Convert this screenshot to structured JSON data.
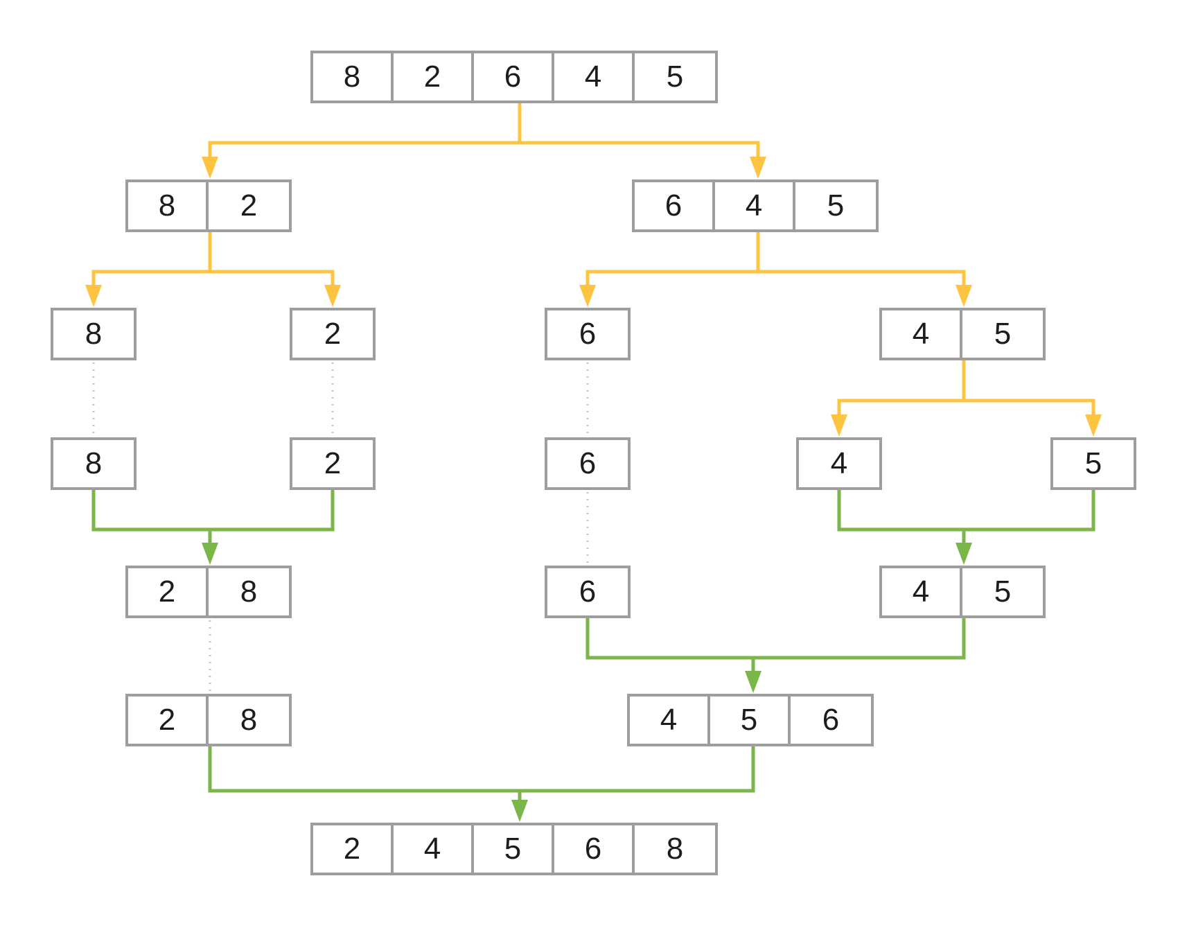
{
  "diagram_title": "merge-sort-of-array",
  "colors": {
    "split": "#FCC440",
    "merge": "#7AB648",
    "box_border": "#9E9E9E",
    "dotted": "#C4C4C4",
    "text": "#1C1C1C"
  },
  "nodes": {
    "r1_root": {
      "cells": [
        "8",
        "2",
        "6",
        "4",
        "5"
      ]
    },
    "r2_left": {
      "cells": [
        "8",
        "2"
      ]
    },
    "r2_right": {
      "cells": [
        "6",
        "4",
        "5"
      ]
    },
    "r3_c1": {
      "cells": [
        "8"
      ]
    },
    "r3_c2": {
      "cells": [
        "2"
      ]
    },
    "r3_c3": {
      "cells": [
        "6"
      ]
    },
    "r3_c4": {
      "cells": [
        "4",
        "5"
      ]
    },
    "r4_c1": {
      "cells": [
        "8"
      ]
    },
    "r4_c2": {
      "cells": [
        "2"
      ]
    },
    "r4_c3": {
      "cells": [
        "6"
      ]
    },
    "r4_c4": {
      "cells": [
        "4"
      ]
    },
    "r4_c5": {
      "cells": [
        "5"
      ]
    },
    "r5_c1": {
      "cells": [
        "2",
        "8"
      ]
    },
    "r5_c2": {
      "cells": [
        "6"
      ]
    },
    "r5_c3": {
      "cells": [
        "4",
        "5"
      ]
    },
    "r6_c1": {
      "cells": [
        "2",
        "8"
      ]
    },
    "r6_c2": {
      "cells": [
        "4",
        "5",
        "6"
      ]
    },
    "r7_result": {
      "cells": [
        "2",
        "4",
        "5",
        "6",
        "8"
      ]
    }
  }
}
